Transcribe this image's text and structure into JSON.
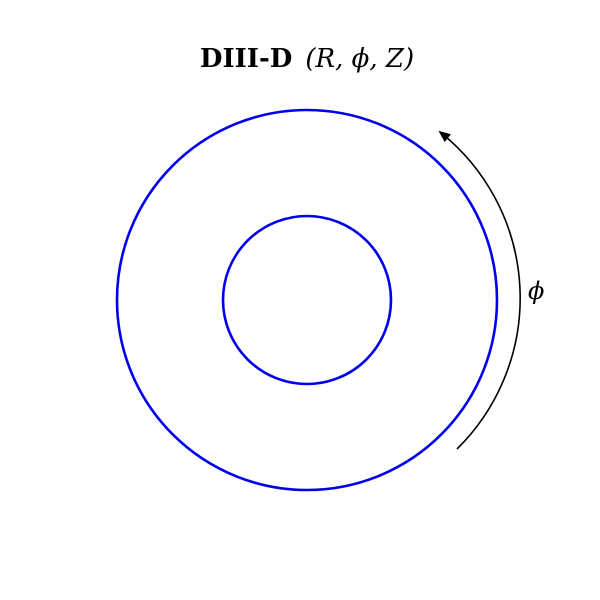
{
  "title": {
    "main": "DIII-D",
    "coords": "(R, ϕ, Z)"
  },
  "arrow": {
    "label": "ϕ"
  },
  "colors": {
    "vessel": "#0000ee",
    "arrow": "#000000",
    "background": "#ffffff"
  }
}
